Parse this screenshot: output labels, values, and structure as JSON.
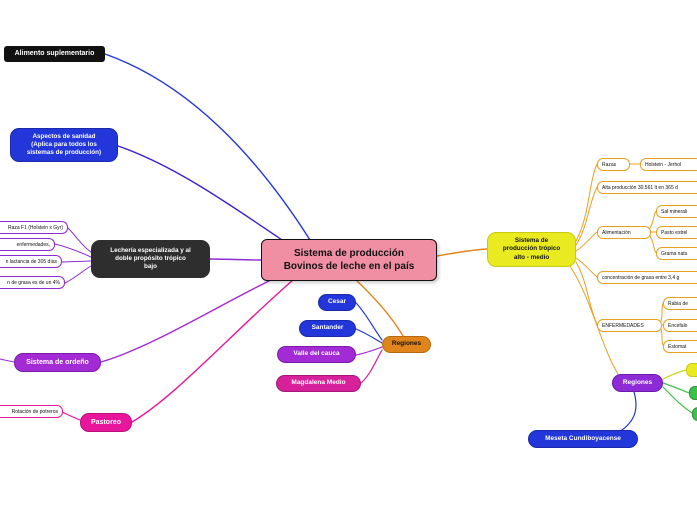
{
  "palette": {
    "blue": "#2236d9",
    "indigo": "#3c1fd4",
    "purple": "#a32bd6",
    "purple_dark": "#8d2bd6",
    "magenta": "#e8169b",
    "crimson": "#d6219b",
    "pink_center": "#f08fa4",
    "orange": "#e0851c",
    "orange_light": "#e8a020",
    "yellow": "#e9ea1f",
    "green": "#3cc24a",
    "dark": "#2e2e2e"
  },
  "center_node": {
    "label": "Sistema de producción\nBovinos de leche en el país"
  },
  "left": {
    "alimento_suplementario": "Alimento suplementario",
    "aspectos_sanidad": "Aspectos de sanidad\n(Aplica para todos los\nsistemas de producción)",
    "lecheria": "Lechería especializada y al\ndoble propósito trópico\nbajo",
    "lecheria_children": [
      "Raza F1 (Holstein x Gyr)",
      "enfermedades,",
      "n lactancia de 305 días",
      "n de grasa es de un 4%"
    ],
    "sistema_ordeno": "Sistema de ordeño",
    "pastoreo": "Pastoreo",
    "rotacion_potreros": "Rotación de potreros"
  },
  "regiones": {
    "label": "Regiones",
    "children": [
      "Cesar",
      "Santander",
      "Valle del cauca",
      "Magdalena Medio"
    ]
  },
  "right": {
    "sistema_alto": "Sistema de\nproducción trópico\nalto - medio",
    "razas": "Razas",
    "razas_child": "Holstein - Jerhol",
    "alta_produccion": "Alta producción 30.561 lt en 365 d",
    "alimentacion": "Alimentación",
    "alimentacion_children": [
      "Sal minerali",
      "Pasto estrel",
      "Grama natu"
    ],
    "concentracion_grasa": "concentración de grasa entre 3,4 g",
    "enfermedades": "ENFERMEDADES",
    "enfermedades_children": [
      "Rabia de",
      "Encefalo",
      "Estomat"
    ],
    "regiones": "Regiones",
    "meseta": "Meseta Cundiboyacense"
  }
}
